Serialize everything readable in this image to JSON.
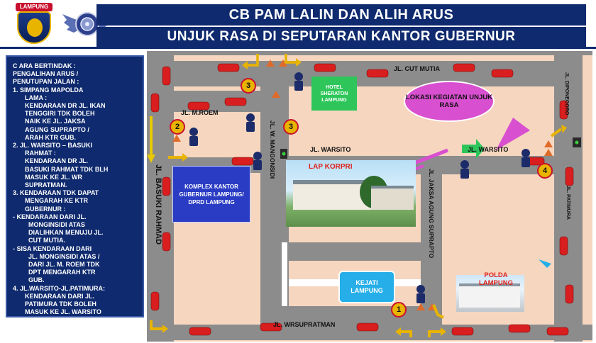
{
  "header": {
    "title": "CB  PAM LALIN DAN ALIH ARUS",
    "subtitle": "UNJUK RASA DI SEPUTARAN KANTOR GUBERNUR",
    "logo_left_text": "LAMPUNG"
  },
  "panel": {
    "lines": [
      "C ARA BERTINDAK :",
      "PENGALIHAN  ARUS  /",
      "PENUTUPAN JALAN :",
      "1.  SIMPANG  MAPOLDA",
      "LAMA :",
      "KENDARAAN DR JL. IKAN",
      "TENGGIRI  TDK  BOLEH",
      "NAIK  KE  JL.  JAKSA",
      "AGUNG  SUPRAPTO  /",
      "ARAH KTR GUB.",
      "2.  JL. WARSITO  –  BASUKI",
      "RAHMAT :",
      "KENDARAAN  DR  JL.",
      "BASUKI RAHMAT TDK BLH",
      "MASUK  KE  JL.  WR",
      "SUPRATMAN.",
      "3.  KENDARAAN TDK DAPAT",
      "MENGARAH  KE  KTR",
      "GUBERNUR :",
      "-  KENDARAAN DARI JL.",
      "MONGINSIDI   ATAS",
      "DIALIHKAN MENUJU JL.",
      "CUT MUTIA.",
      "-  SISA KENDARAAN DARI",
      "JL. MONGINSIDI ATAS /",
      "DARI JL. M. ROEM TDK",
      "DPT  MENGARAH  KTR",
      "GUB.",
      "4.  JL.WARSITO-JL.PATIMURA:",
      "KENDARAAN  DARI  JL.",
      "PATIMURA  TDK  BOLEH",
      "MASUK KE JL. WARSITO"
    ]
  },
  "roads": {
    "cut_mutia": "JL. CUT MUTIA",
    "m_roem": "JL. M.ROEM",
    "warsito_left": "JL. WARSITO",
    "warsito_right": "JL. WARSITO",
    "wr_supratman": "JL. WRSUPRATMAN",
    "basuki_rahmad": "JL. BASUKI RAHMAD",
    "w_mangonsidi": "JL. W. MANGONSIDI",
    "jaksa_agung": "JL. JAKSA AGUNG SUPRAPTO",
    "diponegoro": "JL. DIPONEGORO",
    "patimura": "JL. PATIMURA"
  },
  "boxes": {
    "hotel": "HOTEL SHERATON LAMPUNG",
    "komplex": "KOMPLEX KANTOR GUBERNUR LAMPUNG/ DPRD LAMPUNG",
    "kejati": "KEJATI LAMPUNG",
    "lokasi": "LOKASI KEGIATAN UNJUK RASA",
    "lap_korpri": "LAP KORPRI",
    "polda": "POLDA LAMPUNG"
  },
  "points": [
    "1",
    "2",
    "3",
    "3",
    "4"
  ],
  "colors": {
    "header_bg": "#0f2a6e",
    "map_bg": "#f6d6bf",
    "road": "#8c8c8c",
    "hotel": "#2ec65a",
    "komplex": "#2a3cc4",
    "kejati": "#25aee8",
    "lokasi": "#d84fd0",
    "car": "#d81e1e",
    "arrow": "#e8b400"
  }
}
